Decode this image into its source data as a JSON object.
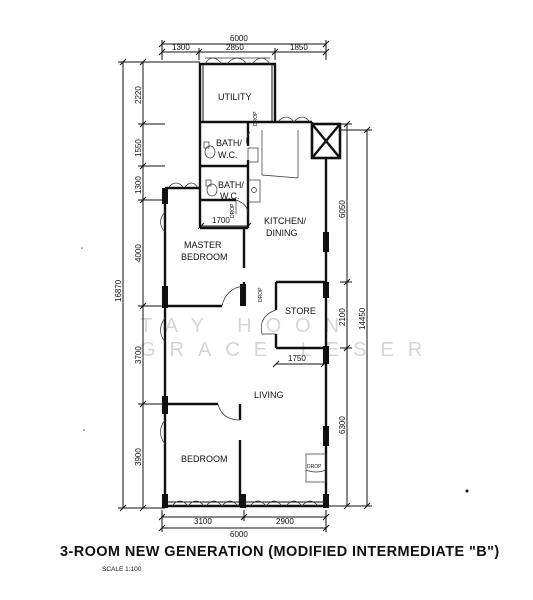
{
  "dimensions": {
    "top_total": "6000",
    "top_segments": [
      "1300",
      "2850",
      "1850"
    ],
    "left_overall": "16870",
    "left_segments": [
      "2220",
      "1550",
      "1300",
      "4000",
      "3700",
      "3900"
    ],
    "right_inner": "6050",
    "right_store": "2100",
    "right_living": "6300",
    "right_overall": "14450",
    "bottom_segments": [
      "3100",
      "2900"
    ],
    "bottom_total": "6000",
    "kitchen_width": "1700",
    "store_width": "1750"
  },
  "rooms": {
    "utility": "UTILITY",
    "bath1_a": "BATH/",
    "bath1_b": "W.C.",
    "bath2_a": "BATH/",
    "bath2_b": "W.C.",
    "kitchen_a": "KITCHEN/",
    "kitchen_b": "DINING",
    "master_a": "MASTER",
    "master_b": "BEDROOM",
    "store": "STORE",
    "living": "LIVING",
    "bedroom": "BEDROOM"
  },
  "drop_labels": [
    "DROP",
    "DROP",
    "DROP",
    "DROP"
  ],
  "watermark": {
    "line1": "TAY HOON",
    "line2": "GRACE LESER"
  },
  "title": "3-ROOM NEW GENERATION (MODIFIED INTERMEDIATE \"B\")",
  "scale": "SCALE 1:100"
}
